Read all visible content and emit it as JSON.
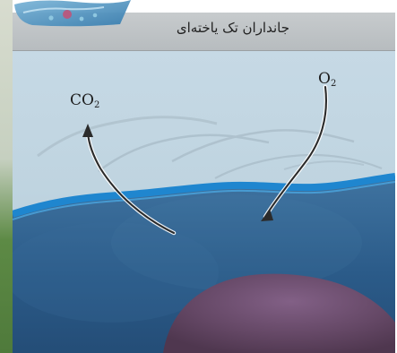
{
  "title": "جانداران تک یاخته‌ای",
  "labels": {
    "co2": {
      "main": "CO",
      "sub": "2"
    },
    "o2": {
      "main": "O",
      "sub": "2"
    }
  },
  "colors": {
    "header": "#bfc4c6",
    "sky": "#c2d6e2",
    "membrane": "#1f86cf",
    "cell_inner": "#2e5f8e",
    "nucleus": "#6a4d73"
  }
}
